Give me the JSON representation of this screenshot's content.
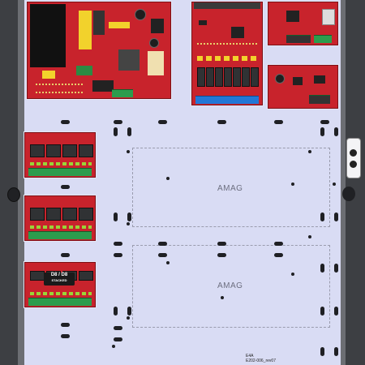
{
  "panel": {
    "zones": [
      {
        "label": "AMAG"
      },
      {
        "label": "AMAG"
      }
    ],
    "stack_label": {
      "line1": "D8 / D8",
      "line2": "STACKED"
    },
    "part_label": {
      "line1": "E4A",
      "line2": "E202-006_rev07"
    }
  },
  "colors": {
    "board": "#c8232c",
    "backplate": "#d9dcf4",
    "frame": "#3d3f43",
    "terminal_green": "#2c9c4d",
    "terminal_blue": "#2277d6"
  }
}
